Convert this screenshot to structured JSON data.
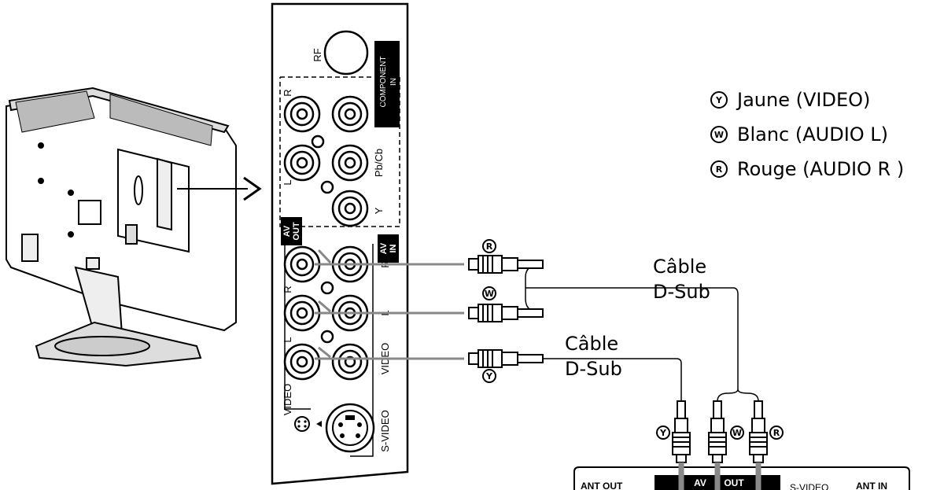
{
  "panel": {
    "rf": "RF",
    "component_in_1": "COMPONENT",
    "component_in_2": "IN",
    "pr_cr": "Pr/Cr",
    "pb_cb": "Pb/Cb",
    "y": "Y",
    "r_top": "R",
    "l_top": "L",
    "av_out_1": "AV",
    "av_out_2": "OUT",
    "av_in_1": "AV",
    "av_in_2": "IN",
    "r_left": "R",
    "l_left": "L",
    "r_right": "R",
    "l_right": "L",
    "video_left": "VIDEO",
    "video_right": "VIDEO",
    "s_video": "S-VIDEO"
  },
  "legend": [
    {
      "symbol": "Y",
      "text": "Jaune (VIDEO)"
    },
    {
      "symbol": "W",
      "text": "Blanc (AUDIO L)"
    },
    {
      "symbol": "R",
      "text": "Rouge (AUDIO R )"
    }
  ],
  "cables": {
    "upper_line1": "Câble",
    "upper_line2": "D-Sub",
    "lower_line1": "Câble",
    "lower_line2": "D-Sub"
  },
  "plug_marks": {
    "r": "R",
    "w": "W",
    "y": "Y"
  },
  "device": {
    "ant_out": "ANT OUT",
    "av": "AV",
    "out": "OUT",
    "s_video": "S-VIDEO",
    "ant_in": "ANT IN"
  }
}
